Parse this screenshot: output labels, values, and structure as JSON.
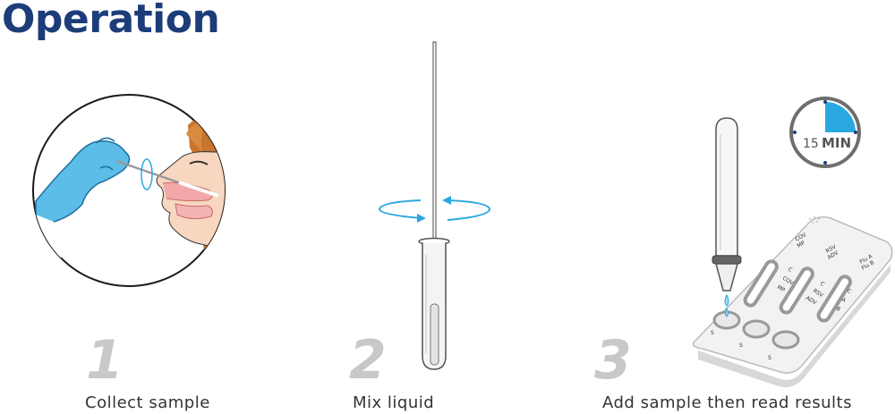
{
  "heading": "Operation",
  "steps": [
    {
      "number": "1",
      "caption": "Collect sample"
    },
    {
      "number": "2",
      "caption": "Mix liquid"
    },
    {
      "number": "3",
      "caption": "Add sample then read results"
    }
  ],
  "timer": {
    "value": "15",
    "unit": "MIN"
  },
  "cassette": {
    "window_labels": [
      [
        "COV",
        "MP"
      ],
      [
        "RSV",
        "ADV"
      ],
      [
        "Flu A",
        "Flu B"
      ]
    ],
    "lines": [
      [
        "C",
        "COV",
        "MP"
      ],
      [
        "C",
        "RSV",
        "ADV"
      ],
      [
        "C",
        "A",
        "B"
      ]
    ],
    "sample_well_label": "S"
  },
  "colors": {
    "heading": "#1c3d7a",
    "glove": "#5bbde8",
    "accent": "#29a8df",
    "number": "#c8c8c8",
    "skin": "#f7d7c0",
    "hair": "#c7752f"
  }
}
